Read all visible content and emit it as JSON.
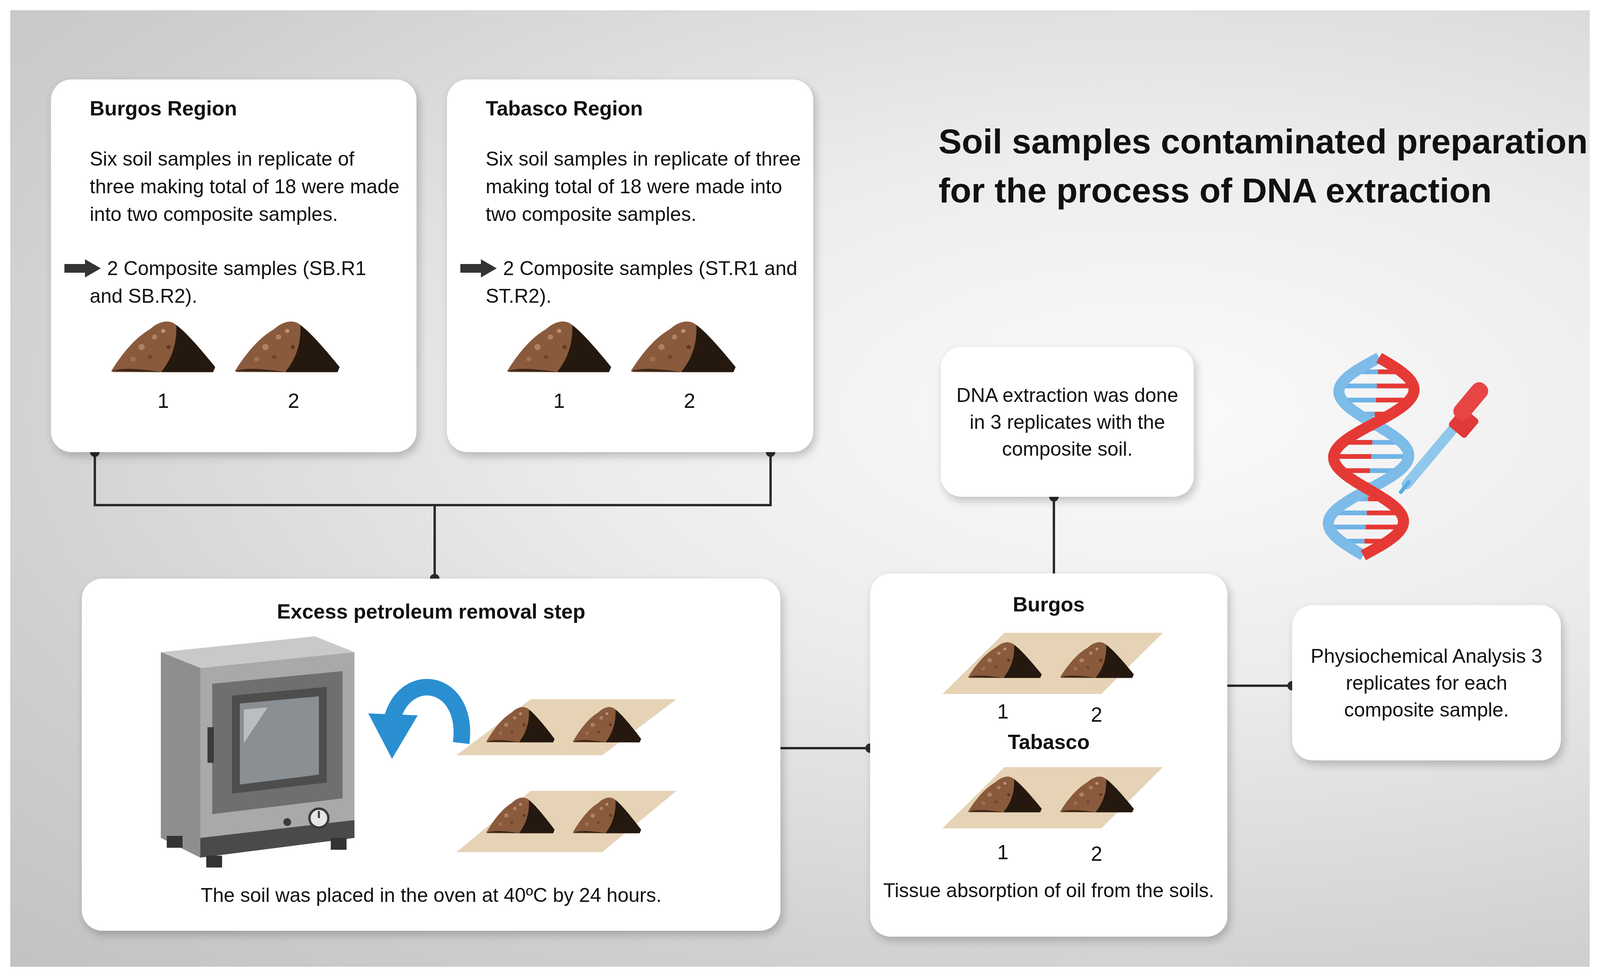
{
  "diagram": {
    "title": "Soil samples contaminated preparation for the process of DNA extraction",
    "nodes": [
      {
        "text": [
          "Burgos Region",
          "Six soil samples in replicate of three making total of 18 were made into two composite samples.",
          "2 Composite samples (SB.R1 and SB.R2)."
        ]
      },
      {
        "text": [
          "Tabasco Region",
          "Six soil samples in replicate of three making total of 18 were made into two composite samples.",
          "2 Composite samples (ST.R1 and ST.R2)."
        ]
      },
      {
        "text": [
          "Excess petroleum removal step",
          "The soil was placed in the oven at 40ºC by 24 hours."
        ]
      },
      {
        "text": [
          "Burgos",
          "Tabasco",
          "Tissue absorption of oil from the soils."
        ]
      },
      {
        "text": [
          "DNA extraction was done in 3 replicates with the composite soil."
        ]
      },
      {
        "text": [
          "Physiochemical Analysis 3 replicates for each composite sample."
        ]
      }
    ],
    "edges": [
      {
        "from": 0,
        "to": 2,
        "arrow": "none"
      },
      {
        "from": 1,
        "to": 2,
        "arrow": "none"
      },
      {
        "from": 2,
        "to": 3,
        "arrow": "none"
      },
      {
        "from": 3,
        "to": 4,
        "arrow": "none"
      },
      {
        "from": 3,
        "to": 5,
        "arrow": "none"
      }
    ],
    "labels": [
      "1",
      "2",
      "1",
      "2",
      "1",
      "2",
      "1",
      "2"
    ]
  }
}
